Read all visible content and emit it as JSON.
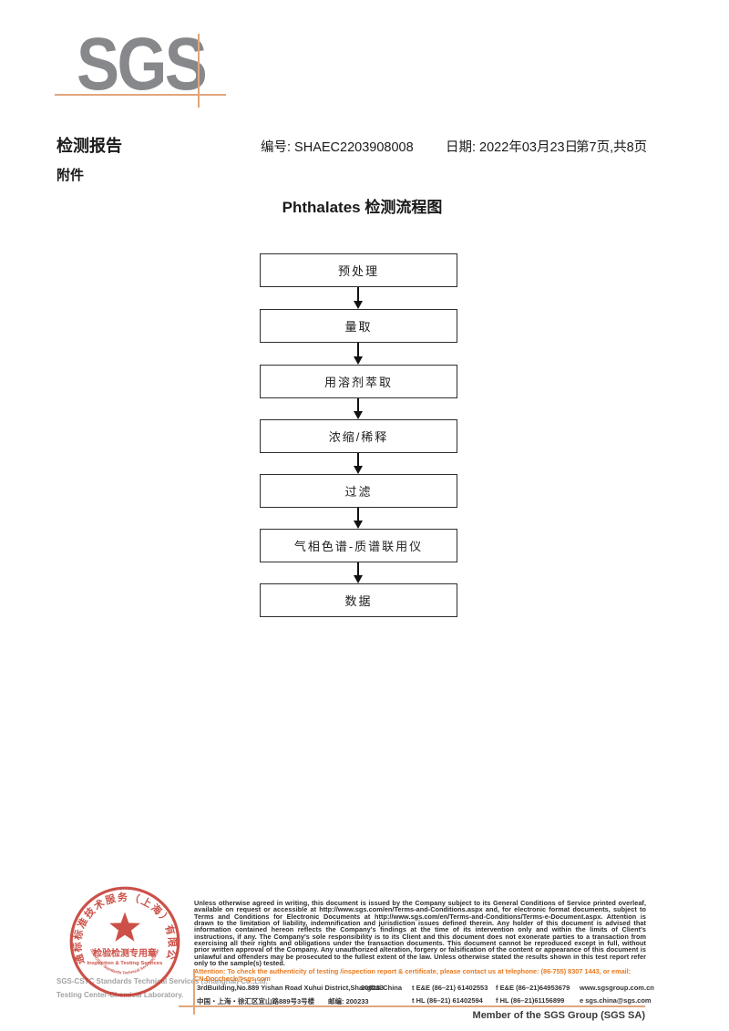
{
  "logo": {
    "text": "SGS"
  },
  "header": {
    "report_title": "检测报告",
    "report_no": "编号: SHAEC2203908008",
    "date": "日期: 2022年03月23日",
    "page_info": "第7页,共8页",
    "attachment": "附件"
  },
  "flowchart": {
    "title": "Phthalates 检测流程图",
    "steps": [
      "预处理",
      "量取",
      "用溶剂萃取",
      "浓缩/稀释",
      "过滤",
      "气相色谱-质谱联用仪",
      "数据"
    ]
  },
  "stamp": {
    "ring_text": "通标标准技术服务（上海）有限公司",
    "inner_arc_text": "SGS-CSTC Standards Technical Services(Shanghai)Co.,Ltd.",
    "line1": "检验检测专用章",
    "line2": "Inspection & Testing Services"
  },
  "footer": {
    "company_line1": "SGS-CSTC Standards Technical Services (Shanghai) Co.,Ltd.",
    "company_line2": "Testing Center-Chemical Laboratory.",
    "legal_text": "Unless otherwise agreed in writing, this document is issued by the Company subject to its General Conditions of Service printed overleaf, available on request or accessible at http://www.sgs.com/en/Terms-and-Conditions.aspx and, for electronic format documents, subject to Terms and Conditions for Electronic Documents at http://www.sgs.com/en/Terms-and-Conditions/Terms-e-Document.aspx. Attention is drawn to the limitation of liability, indemnification and jurisdiction issues defined therein. Any holder of this document is advised that information contained hereon reflects the Company's findings at the time of its intervention only and within the limits of Client's instructions, if any. The Company's sole responsibility is to its Client and this document does not exonerate parties to a transaction from exercising all their rights and obligations under the transaction documents. This document cannot be reproduced except in full, without prior written approval of the Company. Any unauthorized alteration, forgery or falsification of the content or appearance of this document is unlawful and offenders may be prosecuted to the fullest extent of the law. Unless otherwise stated the results shown in this test report refer only to the sample(s) tested.",
    "attention_text": "Attention: To check the authenticity of testing /inspection report & certificate, please contact us at telephone: (86-755) 8307 1443, or email: CN.Doccheck@sgs.com",
    "address_en": "3rdBuilding,No.889 Yishan Road Xuhui District,Shanghai China",
    "postal_en": "200233",
    "tel1": "t E&E (86–21) 61402553",
    "fax1": "f E&E (86–21)64953679",
    "web": "www.sgsgroup.com.cn",
    "address_cn": "中国・上海・徐汇区宜山路889号3号楼",
    "postal_cn": "邮编: 200233",
    "tel2": "t HL (86–21) 61402594",
    "fax2": "f HL (86–21)61156899",
    "email": "e  sgs.china@sgs.com",
    "member_text": "Member of the SGS Group (SGS SA)"
  },
  "colors": {
    "logo_gray": "#87888b",
    "accent_orange_line": "#e0a67c",
    "attention_orange": "#e8791c",
    "stamp_red": "#c5392f"
  }
}
